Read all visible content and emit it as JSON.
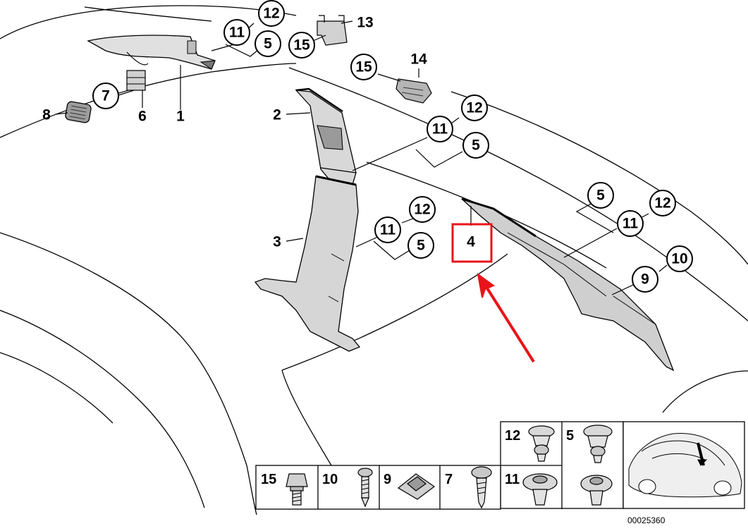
{
  "callouts": {
    "c12a": "12",
    "c11a": "11",
    "c5a": "5",
    "c13": "13",
    "c15a": "15",
    "c14": "14",
    "c15b": "15",
    "c7": "7",
    "c8": "8",
    "c6": "6",
    "c1": "1",
    "c2": "2",
    "c12b": "12",
    "c11b": "11",
    "c5b": "5",
    "c3": "3",
    "c12c": "12",
    "c11c": "11",
    "c5c": "5",
    "c4": "4",
    "c5d": "5",
    "c12d": "12",
    "c11d": "11",
    "c10": "10",
    "c9": "9"
  },
  "panels": {
    "p15": "15",
    "p10": "10",
    "p9": "9",
    "p7": "7",
    "p11": "11",
    "p12": "12",
    "p5": "5"
  },
  "reference_number": "00025360",
  "colors": {
    "highlight": "#e8141a",
    "line": "#000000",
    "part_fill": "#d6d6d6",
    "part_dark": "#8a8a8a"
  }
}
